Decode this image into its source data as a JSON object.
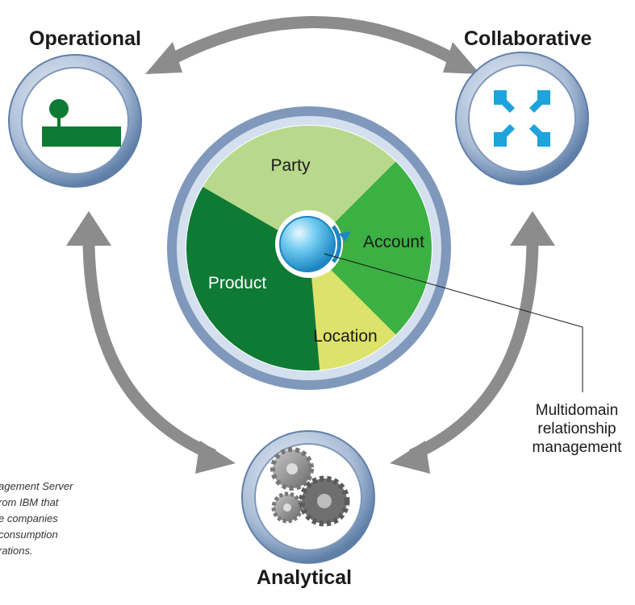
{
  "nodes": {
    "operational": {
      "label": "Operational"
    },
    "collaborative": {
      "label": "Collaborative"
    },
    "analytical": {
      "label": "Analytical"
    }
  },
  "hub": {
    "segments": [
      {
        "label": "Party",
        "color": "#b8d98b"
      },
      {
        "label": "Account",
        "color": "#3cb043"
      },
      {
        "label": "Location",
        "color": "#dde26a"
      },
      {
        "label": "Product",
        "color": "#0f7a34"
      }
    ],
    "globe_color": "#2aa8e0"
  },
  "callout": {
    "line1": "Multidomain",
    "line2": "relationship",
    "line3": "management"
  },
  "caption": {
    "line1": "agement Server",
    "line2": "rom IBM that",
    "line3": "e companies",
    "line4": "consumption",
    "line5": "rations."
  },
  "colors": {
    "arrow": "#8c8c8c",
    "ring_outer": "#6f8fb8",
    "ring_inner": "#dfe8f3",
    "operational_icon": "#0f7a34",
    "collaborative_icon": "#1ea3dc",
    "gear": "#8a8a8a"
  }
}
